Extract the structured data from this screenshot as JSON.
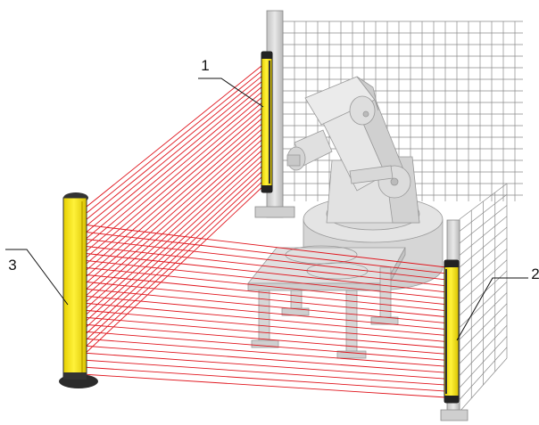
{
  "labels": {
    "one": "1",
    "two": "2",
    "three": "3"
  },
  "colors": {
    "beam": "#e0151d",
    "light_curtain": "#ffe81a",
    "light_curtain_edge": "#c9b300",
    "post": "#d4d4d4",
    "machine": "#dcdcdc",
    "fence": "#8a8a8a"
  },
  "beams": {
    "mirror_to_transmitter_count": 24,
    "transmitter_to_receiver_count": 22
  }
}
